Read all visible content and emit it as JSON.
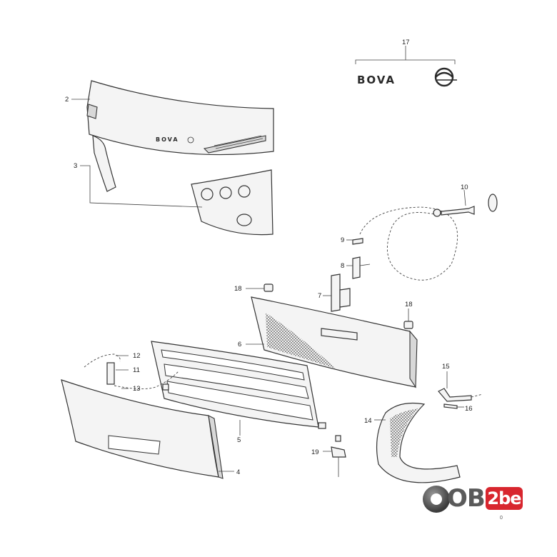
{
  "callouts": [
    {
      "id": "callout-2",
      "text": "2"
    },
    {
      "id": "callout-3",
      "text": "3"
    },
    {
      "id": "callout-4",
      "text": "4"
    },
    {
      "id": "callout-5",
      "text": "5"
    },
    {
      "id": "callout-6",
      "text": "6"
    },
    {
      "id": "callout-7",
      "text": "7"
    },
    {
      "id": "callout-8",
      "text": "8"
    },
    {
      "id": "callout-9",
      "text": "9"
    },
    {
      "id": "callout-10",
      "text": "10"
    },
    {
      "id": "callout-11",
      "text": "11"
    },
    {
      "id": "callout-12",
      "text": "12"
    },
    {
      "id": "callout-13",
      "text": "13"
    },
    {
      "id": "callout-14",
      "text": "14"
    },
    {
      "id": "callout-15",
      "text": "15"
    },
    {
      "id": "callout-16",
      "text": "16"
    },
    {
      "id": "callout-17",
      "text": "17"
    },
    {
      "id": "callout-18a",
      "text": "18"
    },
    {
      "id": "callout-18b",
      "text": "18"
    },
    {
      "id": "callout-19",
      "text": "19"
    }
  ],
  "badge": {
    "brand": "BOVA"
  },
  "panel": {
    "brand": "BOVA"
  },
  "watermark": {
    "prefix": "OBD",
    "highlight": "2be",
    "sub": "0"
  }
}
